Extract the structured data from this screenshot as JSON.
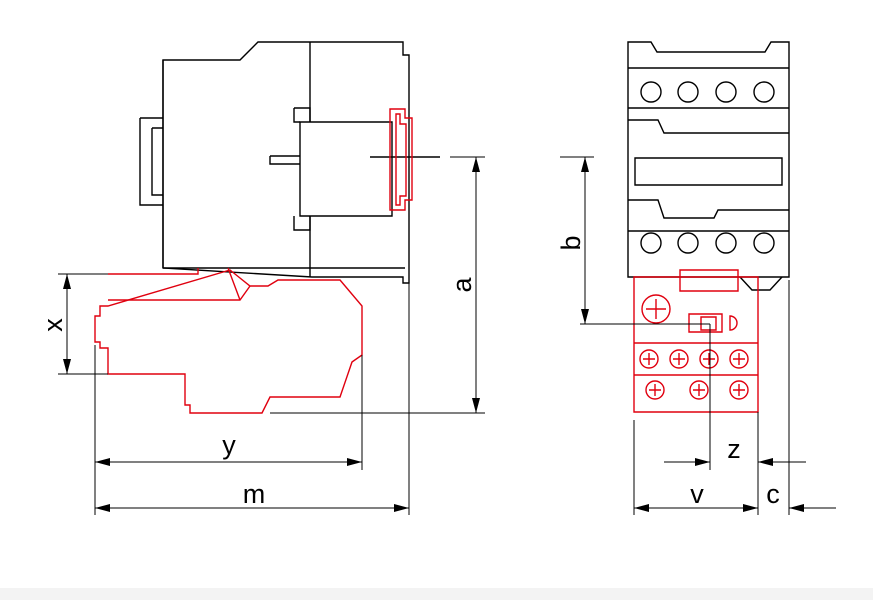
{
  "colors": {
    "contactor_outline": "#000000",
    "overload_relay_outline": "#e0000f",
    "dimension_lines": "#000000",
    "background": "#ffffff"
  },
  "dimension_labels": {
    "a": "a",
    "b": "b",
    "x": "x",
    "y": "y",
    "m": "m",
    "z": "z",
    "v": "v",
    "c": "c"
  }
}
